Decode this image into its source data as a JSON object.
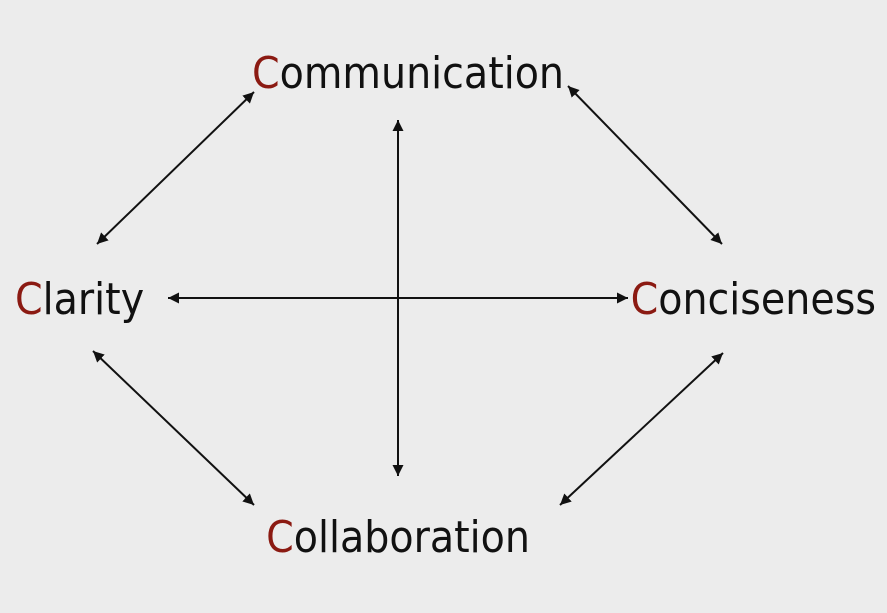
{
  "nodes": {
    "communication": {
      "initial": "C",
      "rest": "ommunication"
    },
    "clarity": {
      "initial": "C",
      "rest": "larity"
    },
    "conciseness": {
      "initial": "C",
      "rest": "onciseness"
    },
    "collaboration": {
      "initial": "C",
      "rest": "ollaboration"
    }
  },
  "connections": [
    {
      "from": "clarity",
      "to": "communication",
      "type": "bidirectional"
    },
    {
      "from": "communication",
      "to": "conciseness",
      "type": "bidirectional"
    },
    {
      "from": "clarity",
      "to": "collaboration",
      "type": "bidirectional"
    },
    {
      "from": "collaboration",
      "to": "conciseness",
      "type": "bidirectional"
    },
    {
      "from": "clarity",
      "to": "conciseness",
      "type": "bidirectional"
    },
    {
      "from": "communication",
      "to": "collaboration",
      "type": "bidirectional"
    }
  ],
  "colors": {
    "background": "#ececec",
    "text": "#111111",
    "initial": "#8b1a12",
    "arrow": "#111111"
  }
}
